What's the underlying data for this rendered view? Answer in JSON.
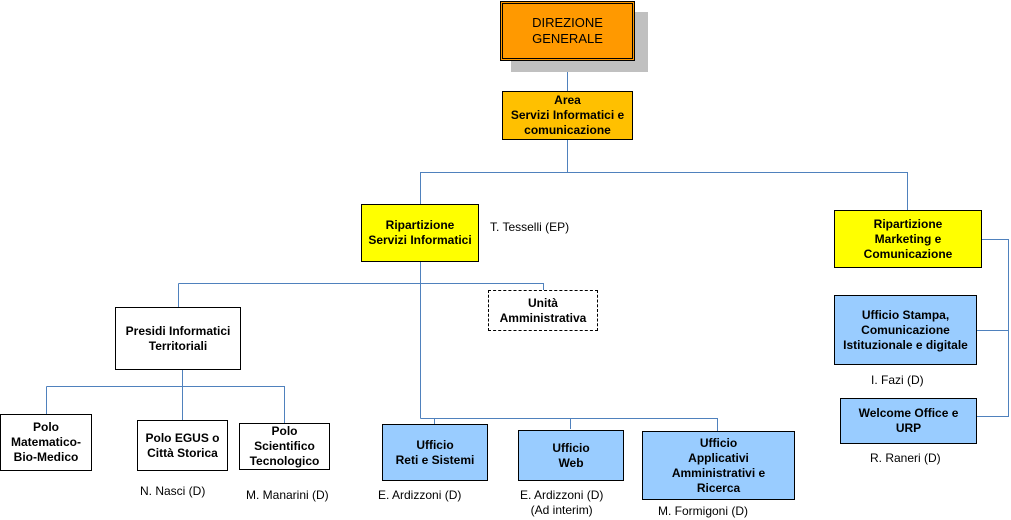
{
  "diagram": {
    "type": "org-chart",
    "line_color": "#4f81bd",
    "colors": {
      "direzione": "#ff9900",
      "area": "#ffc000",
      "ripartizione": "#ffff00",
      "ufficio": "#99ccff",
      "generic": "#ffffff",
      "shadow": "#c0c0c0"
    },
    "nodes": {
      "direzione_generale": {
        "text": "DIREZIONE\nGENERALE"
      },
      "area_servizi": {
        "text": "Area\nServizi Informatici e\ncomunicazione"
      },
      "ripartizione_servizi_informatici": {
        "text": "Ripartizione\nServizi Informatici",
        "person": "T. Tesselli (EP)"
      },
      "ripartizione_marketing": {
        "text": "Ripartizione\nMarketing e\nComunicazione"
      },
      "unita_amministrativa": {
        "text": "Unità\nAmministrativa"
      },
      "presidi_informatici": {
        "text": "Presidi Informatici\nTerritoriali"
      },
      "polo_matematico": {
        "text": "Polo\nMatematico-\nBio-Medico"
      },
      "polo_egus": {
        "text": "Polo EGUS o\nCittà Storica",
        "person": "N. Nasci (D)"
      },
      "polo_scientifico": {
        "text": "Polo\nScientifico\nTecnologico",
        "person": "M. Manarini (D)"
      },
      "ufficio_reti": {
        "text": "Ufficio\nReti e Sistemi",
        "person": "E. Ardizzoni (D)"
      },
      "ufficio_web": {
        "text": "Ufficio\nWeb",
        "person": "E. Ardizzoni (D)\n(Ad interim)"
      },
      "ufficio_applicativi": {
        "text": "Ufficio\nApplicativi\nAmministrativi e\nRicerca",
        "person": "M. Formigoni (D)"
      },
      "ufficio_stampa": {
        "text": "Ufficio Stampa,\nComunicazione\nIstituzionale e digitale",
        "person": "I. Fazi (D)"
      },
      "welcome_office": {
        "text": "Welcome Office e\nURP",
        "person": "R. Raneri (D)"
      }
    }
  }
}
